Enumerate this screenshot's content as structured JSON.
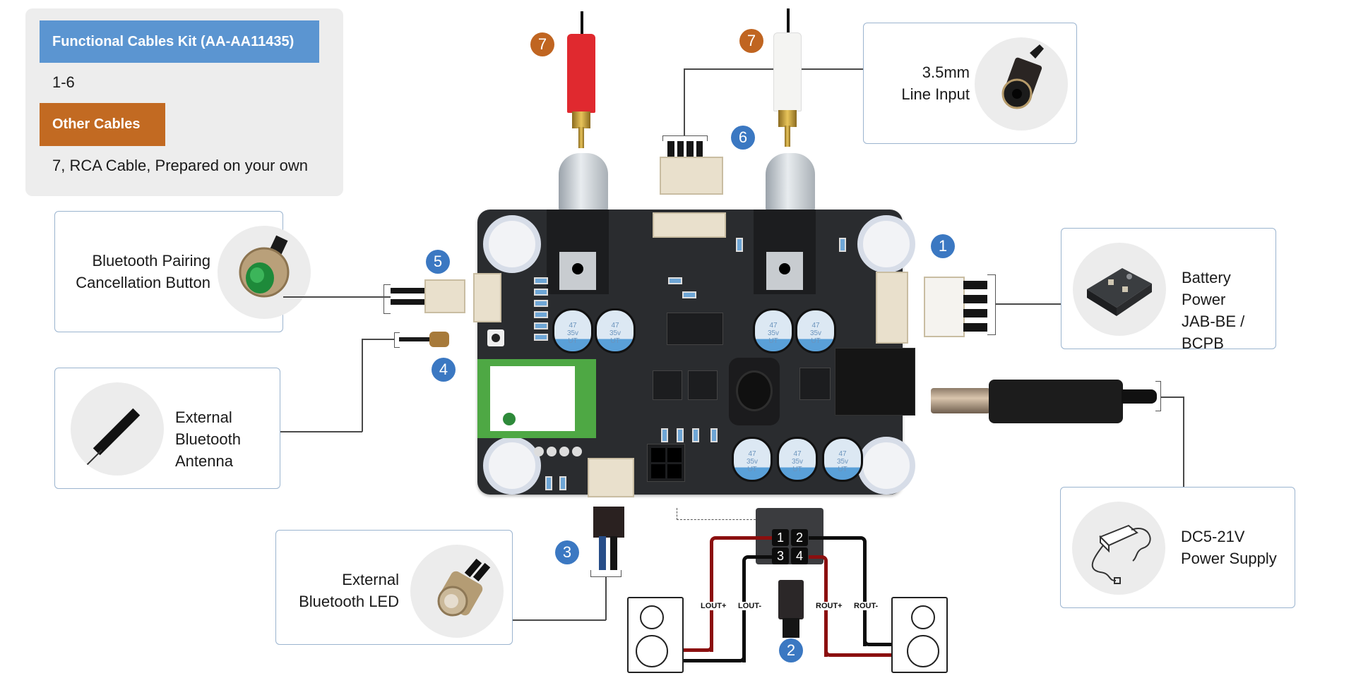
{
  "legend": {
    "kit_header": "Functional Cables Kit (AA-AA11435)",
    "kit_items": "1-6",
    "other_header": "Other Cables",
    "other_items": "7, RCA Cable, Prepared on your own",
    "kit_color": "#5b95d1",
    "other_color": "#c26a22"
  },
  "callouts": {
    "line_input": {
      "line1": "3.5mm",
      "line2": "Line Input",
      "icon": "audio-jack-icon"
    },
    "pairing_button": {
      "line1": "Bluetooth Pairing",
      "line2": "Cancellation Button",
      "icon": "push-button-icon"
    },
    "antenna": {
      "line1": "External",
      "line2": "Bluetooth Antenna",
      "icon": "antenna-icon"
    },
    "led": {
      "line1": "External",
      "line2": "Bluetooth LED",
      "icon": "led-icon"
    },
    "battery": {
      "line1": "Battery Power",
      "line2": "JAB-BE / BCPB",
      "icon": "battery-board-icon"
    },
    "power_supply": {
      "line1": "DC5-21V",
      "line2": "Power Supply",
      "icon": "power-adapter-icon"
    }
  },
  "badges": {
    "b1": "1",
    "b2": "2",
    "b3": "3",
    "b4": "4",
    "b5": "5",
    "b6": "6",
    "b7_left": "7",
    "b7_right": "7",
    "kit_color": "#3b78c2",
    "other_color": "#c06521"
  },
  "speaker_connector": {
    "pins": [
      "1",
      "2",
      "3",
      "4"
    ],
    "labels": {
      "lout_plus": "LOUT+",
      "lout_minus": "LOUT-",
      "rout_plus": "ROUT+",
      "rout_minus": "ROUT-"
    },
    "positive_color": "#8b0f0f",
    "negative_color": "#0d0d0d"
  },
  "pcb": {
    "cap_value": "47",
    "cap_voltage": "35v",
    "cap_brand": "UT"
  }
}
